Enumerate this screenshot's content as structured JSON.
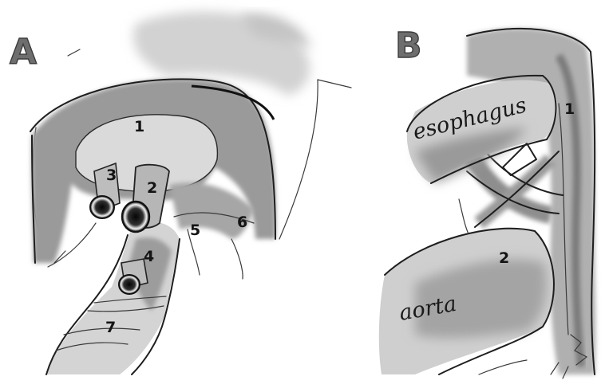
{
  "panel_a": {
    "letter": "A",
    "labels": {
      "l1": "1",
      "l2": "2",
      "l3": "3",
      "l4": "4",
      "l5": "5",
      "l6": "6",
      "l7": "7"
    }
  },
  "panel_b": {
    "letter": "B",
    "labels": {
      "l1": "1",
      "l2": "2"
    },
    "esophagus_text": "esophagus",
    "aorta_text": "aorta"
  },
  "colors": {
    "ink": "#1e1e1e",
    "shade_dark": "#8a8a8a",
    "shade_mid": "#b4b4b4",
    "shade_light": "#dcdcdc",
    "background": "#ffffff"
  }
}
